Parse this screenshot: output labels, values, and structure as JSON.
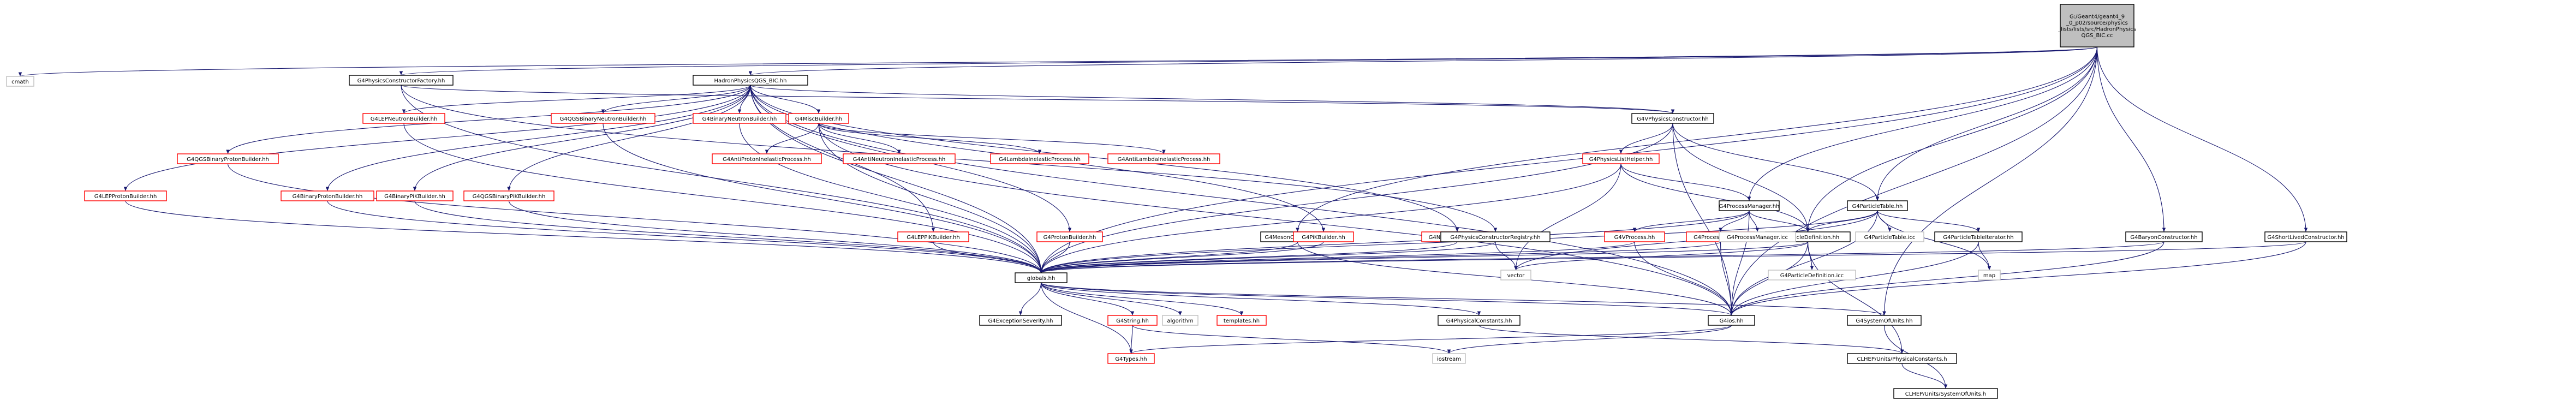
{
  "colors": {
    "edge": "#191970",
    "node_border_normal": "#000000",
    "node_border_missing": "#ff0000",
    "node_border_grey": "#bfbfbf",
    "root_fill": "#bfbfbf",
    "node_fill": "#ffffff",
    "text": "#000000"
  },
  "graph": {
    "nodes": [
      {
        "id": "root",
        "lines": [
          "G:/Geant4/geant4_9",
          "_0_p02/source/physics",
          "_lists/lists/src/HadronPhysics",
          "QGS_BIC.cc"
        ],
        "kind": "root"
      },
      {
        "id": "cmath",
        "lines": [
          "cmath"
        ],
        "kind": "grey"
      },
      {
        "id": "hp",
        "lines": [
          "HadronPhysicsQGS_BIC.hh"
        ],
        "kind": "normal"
      },
      {
        "id": "pcf",
        "lines": [
          "G4PhysicsConstructorFactory.hh"
        ],
        "kind": "normal"
      },
      {
        "id": "pm",
        "lines": [
          "G4ProcessManager.hh"
        ],
        "kind": "normal"
      },
      {
        "id": "pd",
        "lines": [
          "G4ParticleDefinition.hh"
        ],
        "kind": "normal"
      },
      {
        "id": "pt",
        "lines": [
          "G4ParticleTable.hh"
        ],
        "kind": "normal"
      },
      {
        "id": "mc",
        "lines": [
          "G4MesonConstructor.hh"
        ],
        "kind": "normal"
      },
      {
        "id": "bc",
        "lines": [
          "G4BaryonConstructor.hh"
        ],
        "kind": "normal"
      },
      {
        "id": "slc",
        "lines": [
          "G4ShortLivedConstructor.hh"
        ],
        "kind": "normal"
      },
      {
        "id": "lepn",
        "lines": [
          "G4LEPNeutronBuilder.hh"
        ],
        "kind": "missing"
      },
      {
        "id": "qgsbn",
        "lines": [
          "G4QGSBinaryNeutronBuilder.hh"
        ],
        "kind": "missing"
      },
      {
        "id": "bnb",
        "lines": [
          "G4BinaryNeutronBuilder.hh"
        ],
        "kind": "missing"
      },
      {
        "id": "misc",
        "lines": [
          "G4MiscBuilder.hh"
        ],
        "kind": "missing"
      },
      {
        "id": "vpc",
        "lines": [
          "G4VPhysicsConstructor.hh"
        ],
        "kind": "normal"
      },
      {
        "id": "qgsbpb",
        "lines": [
          "G4QGSBinaryProtonBuilder.hh"
        ],
        "kind": "missing"
      },
      {
        "id": "api",
        "lines": [
          "G4AntiProtonInelasticProcess.hh"
        ],
        "kind": "missing"
      },
      {
        "id": "ani",
        "lines": [
          "G4AntiNeutronInelasticProcess.hh"
        ],
        "kind": "missing"
      },
      {
        "id": "lip",
        "lines": [
          "G4LambdaInelasticProcess.hh"
        ],
        "kind": "missing"
      },
      {
        "id": "alip",
        "lines": [
          "G4AntiLambdaInelasticProcess.hh"
        ],
        "kind": "missing"
      },
      {
        "id": "plh",
        "lines": [
          "G4PhysicsListHelper.hh"
        ],
        "kind": "missing"
      },
      {
        "id": "lepp",
        "lines": [
          "G4LEPProtonBuilder.hh"
        ],
        "kind": "missing"
      },
      {
        "id": "bpb",
        "lines": [
          "G4BinaryProtonBuilder.hh"
        ],
        "kind": "missing"
      },
      {
        "id": "bpib",
        "lines": [
          "G4BinaryPiKBuilder.hh"
        ],
        "kind": "missing"
      },
      {
        "id": "qgsbpik",
        "lines": [
          "G4QGSBinaryPiKBuilder.hh"
        ],
        "kind": "missing"
      },
      {
        "id": "leppik",
        "lines": [
          "G4LEPPiKBuilder.hh"
        ],
        "kind": "missing"
      },
      {
        "id": "prb",
        "lines": [
          "G4ProtonBuilder.hh"
        ],
        "kind": "missing"
      },
      {
        "id": "pikb",
        "lines": [
          "G4PiKBuilder.hh"
        ],
        "kind": "missing"
      },
      {
        "id": "nb",
        "lines": [
          "G4NeutronBuilder.hh"
        ],
        "kind": "missing"
      },
      {
        "id": "pcr",
        "lines": [
          "G4PhysicsConstructorRegistry.hh"
        ],
        "kind": "normal"
      },
      {
        "id": "vproc",
        "lines": [
          "G4VProcess.hh"
        ],
        "kind": "missing"
      },
      {
        "id": "pvec",
        "lines": [
          "G4ProcessVector.hh"
        ],
        "kind": "missing"
      },
      {
        "id": "pmicc",
        "lines": [
          "G4ProcessManager.icc"
        ],
        "kind": "grey"
      },
      {
        "id": "pticc",
        "lines": [
          "G4ParticleTable.icc"
        ],
        "kind": "grey"
      },
      {
        "id": "pti",
        "lines": [
          "G4ParticleTableIterator.hh"
        ],
        "kind": "normal"
      },
      {
        "id": "vector",
        "lines": [
          "vector"
        ],
        "kind": "grey"
      },
      {
        "id": "map",
        "lines": [
          "map"
        ],
        "kind": "grey"
      },
      {
        "id": "pdicc",
        "lines": [
          "G4ParticleDefinition.icc"
        ],
        "kind": "grey"
      },
      {
        "id": "globals",
        "lines": [
          "globals.hh"
        ],
        "kind": "normal"
      },
      {
        "id": "exc",
        "lines": [
          "G4ExceptionSeverity.hh"
        ],
        "kind": "normal"
      },
      {
        "id": "str",
        "lines": [
          "G4String.hh"
        ],
        "kind": "missing"
      },
      {
        "id": "algo",
        "lines": [
          "algorithm"
        ],
        "kind": "grey"
      },
      {
        "id": "tmpl",
        "lines": [
          "templates.hh"
        ],
        "kind": "missing"
      },
      {
        "id": "physc",
        "lines": [
          "G4PhysicalConstants.hh"
        ],
        "kind": "normal"
      },
      {
        "id": "g4ios",
        "lines": [
          "G4ios.hh"
        ],
        "kind": "normal"
      },
      {
        "id": "sysu",
        "lines": [
          "G4SystemOfUnits.hh"
        ],
        "kind": "normal"
      },
      {
        "id": "types",
        "lines": [
          "G4Types.hh"
        ],
        "kind": "missing"
      },
      {
        "id": "iostream",
        "lines": [
          "iostream"
        ],
        "kind": "grey"
      },
      {
        "id": "clhep_pc",
        "lines": [
          "CLHEP/Units/PhysicalConstants.h"
        ],
        "kind": "normal"
      },
      {
        "id": "clhep_su",
        "lines": [
          "CLHEP/Units/SystemOfUnits.h"
        ],
        "kind": "normal"
      }
    ],
    "edges": [
      [
        "root",
        "cmath"
      ],
      [
        "root",
        "hp"
      ],
      [
        "root",
        "pcf"
      ],
      [
        "root",
        "pm"
      ],
      [
        "root",
        "pd"
      ],
      [
        "root",
        "pt"
      ],
      [
        "root",
        "mc"
      ],
      [
        "root",
        "bc"
      ],
      [
        "root",
        "slc"
      ],
      [
        "root",
        "g4ios"
      ],
      [
        "root",
        "sysu"
      ],
      [
        "root",
        "globals"
      ],
      [
        "hp",
        "lepn"
      ],
      [
        "hp",
        "qgsbn"
      ],
      [
        "hp",
        "bnb"
      ],
      [
        "hp",
        "misc"
      ],
      [
        "hp",
        "vpc"
      ],
      [
        "hp",
        "qgsbpb"
      ],
      [
        "hp",
        "lepp"
      ],
      [
        "hp",
        "bpb"
      ],
      [
        "hp",
        "bpib"
      ],
      [
        "hp",
        "qgsbpik"
      ],
      [
        "hp",
        "leppik"
      ],
      [
        "hp",
        "prb"
      ],
      [
        "hp",
        "pikb"
      ],
      [
        "hp",
        "nb"
      ],
      [
        "hp",
        "globals"
      ],
      [
        "hp",
        "g4ios"
      ],
      [
        "pcf",
        "vpc"
      ],
      [
        "pcf",
        "pcr"
      ],
      [
        "pcf",
        "globals"
      ],
      [
        "misc",
        "api"
      ],
      [
        "misc",
        "ani"
      ],
      [
        "misc",
        "lip"
      ],
      [
        "misc",
        "alip"
      ],
      [
        "misc",
        "globals"
      ],
      [
        "misc",
        "g4ios"
      ],
      [
        "vpc",
        "plh"
      ],
      [
        "vpc",
        "pt"
      ],
      [
        "vpc",
        "globals"
      ],
      [
        "vpc",
        "g4ios"
      ],
      [
        "vpc",
        "pd"
      ],
      [
        "plh",
        "globals"
      ],
      [
        "plh",
        "pd"
      ],
      [
        "plh",
        "pm"
      ],
      [
        "plh",
        "vector"
      ],
      [
        "pm",
        "vproc"
      ],
      [
        "pm",
        "pvec"
      ],
      [
        "pm",
        "pmicc"
      ],
      [
        "pm",
        "pd"
      ],
      [
        "pm",
        "globals"
      ],
      [
        "pm",
        "g4ios"
      ],
      [
        "pt",
        "pd"
      ],
      [
        "pt",
        "pticc"
      ],
      [
        "pt",
        "pti"
      ],
      [
        "pt",
        "map"
      ],
      [
        "pt",
        "globals"
      ],
      [
        "pt",
        "g4ios"
      ],
      [
        "pt",
        "vector"
      ],
      [
        "pd",
        "pdicc"
      ],
      [
        "pd",
        "globals"
      ],
      [
        "pd",
        "g4ios"
      ],
      [
        "pd",
        "vector"
      ],
      [
        "pd",
        "clhep_pc"
      ],
      [
        "pti",
        "map"
      ],
      [
        "pti",
        "g4ios"
      ],
      [
        "mc",
        "globals"
      ],
      [
        "mc",
        "g4ios"
      ],
      [
        "bc",
        "globals"
      ],
      [
        "bc",
        "g4ios"
      ],
      [
        "slc",
        "globals"
      ],
      [
        "slc",
        "g4ios"
      ],
      [
        "lepn",
        "globals"
      ],
      [
        "qgsbn",
        "globals"
      ],
      [
        "bnb",
        "globals"
      ],
      [
        "qgsbpb",
        "globals"
      ],
      [
        "lepp",
        "globals"
      ],
      [
        "bpb",
        "globals"
      ],
      [
        "bpib",
        "globals"
      ],
      [
        "qgsbpik",
        "globals"
      ],
      [
        "leppik",
        "globals"
      ],
      [
        "prb",
        "globals"
      ],
      [
        "pikb",
        "globals"
      ],
      [
        "nb",
        "globals"
      ],
      [
        "pcr",
        "globals"
      ],
      [
        "pcr",
        "vector"
      ],
      [
        "vproc",
        "globals"
      ],
      [
        "vproc",
        "g4ios"
      ],
      [
        "pvec",
        "globals"
      ],
      [
        "pvec",
        "g4ios"
      ],
      [
        "globals",
        "exc"
      ],
      [
        "globals",
        "str"
      ],
      [
        "globals",
        "algo"
      ],
      [
        "globals",
        "tmpl"
      ],
      [
        "globals",
        "types"
      ],
      [
        "globals",
        "physc"
      ],
      [
        "globals",
        "g4ios"
      ],
      [
        "globals",
        "sysu"
      ],
      [
        "str",
        "types"
      ],
      [
        "str",
        "iostream"
      ],
      [
        "physc",
        "clhep_pc"
      ],
      [
        "g4ios",
        "types"
      ],
      [
        "g4ios",
        "iostream"
      ],
      [
        "sysu",
        "clhep_su"
      ],
      [
        "clhep_pc",
        "clhep_su"
      ]
    ]
  }
}
